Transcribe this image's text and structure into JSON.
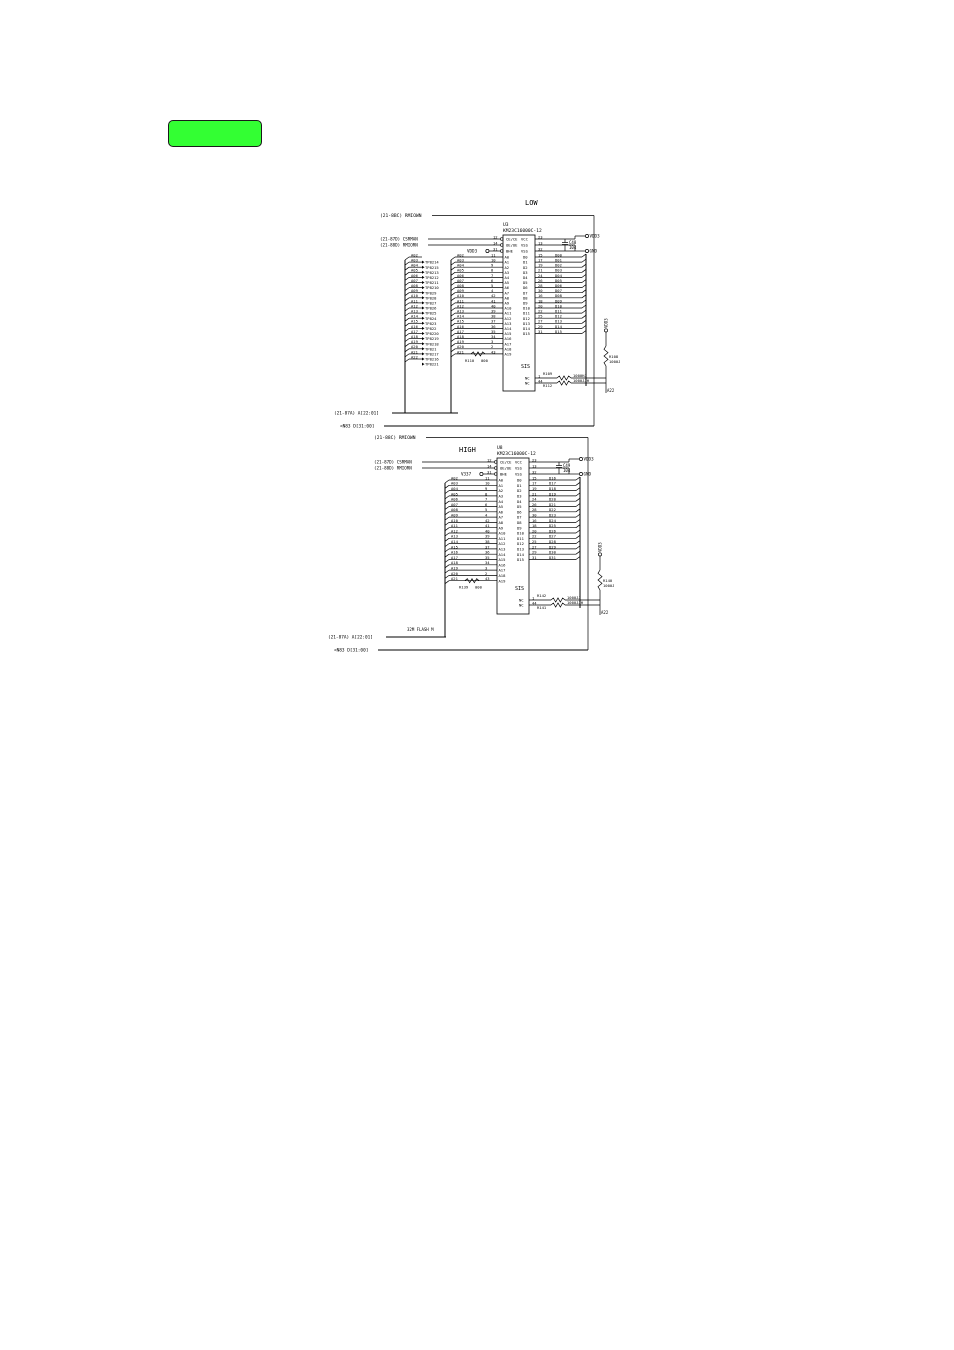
{
  "accent_color": "#33ff33",
  "low": {
    "title": "LOW",
    "ref": "U3",
    "part": "KM23C16000C-12",
    "net_top": "(21-8BC) RMIOWN",
    "net_cs": "(21-87D) CSRMAN",
    "net_oe": "(21-88D) RMIORN",
    "vdd_left": "VDD3",
    "vdd_right": "VDD3",
    "gnd": "GND",
    "cap_ref": "C48",
    "cap_val": "104",
    "ctrl_pins": [
      {
        "name": "CE/CE",
        "num": "12"
      },
      {
        "name": "OE/OE",
        "num": "14"
      },
      {
        "name": "BHE",
        "num": "31"
      }
    ],
    "power_pins": [
      {
        "name": "VCC",
        "num": "23"
      },
      {
        "name": "VSS",
        "num": "13"
      },
      {
        "name": "VSS",
        "num": "32"
      }
    ],
    "left_pins": [
      {
        "tp": "",
        "bus": "A02",
        "net": "A02",
        "num": "11",
        "pin": "A0"
      },
      {
        "tp": "TP8214",
        "bus": "A03",
        "net": "A03",
        "num": "10",
        "pin": "A1"
      },
      {
        "tp": "TP8215",
        "bus": "A04",
        "net": "A04",
        "num": "9",
        "pin": "A2"
      },
      {
        "tp": "TP8213",
        "bus": "A05",
        "net": "A05",
        "num": "8",
        "pin": "A3"
      },
      {
        "tp": "TP8212",
        "bus": "A06",
        "net": "A06",
        "num": "7",
        "pin": "A4"
      },
      {
        "tp": "TP8211",
        "bus": "A07",
        "net": "A07",
        "num": "6",
        "pin": "A5"
      },
      {
        "tp": "TP8210",
        "bus": "A08",
        "net": "A08",
        "num": "5",
        "pin": "A6"
      },
      {
        "tp": "TP829",
        "bus": "A09",
        "net": "A09",
        "num": "4",
        "pin": "A7"
      },
      {
        "tp": "TP828",
        "bus": "A10",
        "net": "A10",
        "num": "42",
        "pin": "A8"
      },
      {
        "tp": "TP827",
        "bus": "A11",
        "net": "A11",
        "num": "41",
        "pin": "A9"
      },
      {
        "tp": "TP826",
        "bus": "A12",
        "net": "A12",
        "num": "40",
        "pin": "A10"
      },
      {
        "tp": "TP825",
        "bus": "A13",
        "net": "A13",
        "num": "39",
        "pin": "A11"
      },
      {
        "tp": "TP824",
        "bus": "A14",
        "net": "A14",
        "num": "38",
        "pin": "A12"
      },
      {
        "tp": "TP823",
        "bus": "A15",
        "net": "A15",
        "num": "37",
        "pin": "A13"
      },
      {
        "tp": "TP822",
        "bus": "A16",
        "net": "A16",
        "num": "36",
        "pin": "A14"
      },
      {
        "tp": "TP8220",
        "bus": "A17",
        "net": "A17",
        "num": "35",
        "pin": "A15"
      },
      {
        "tp": "TP8219",
        "bus": "A18",
        "net": "A18",
        "num": "34",
        "pin": "A16"
      },
      {
        "tp": "TP8218",
        "bus": "A19",
        "net": "A19",
        "num": "3",
        "pin": "A17"
      },
      {
        "tp": "TP821",
        "bus": "A20",
        "net": "A20",
        "num": "2",
        "pin": "A18"
      },
      {
        "tp": "TP8217",
        "bus": "A21",
        "net": "A21",
        "num": "43",
        "pin": "A19"
      },
      {
        "tp": "TP8216",
        "bus": "A22",
        "net": "",
        "num": "",
        "pin": ""
      },
      {
        "tp": "TP8221",
        "bus": "",
        "net": "",
        "num": "",
        "pin": ""
      }
    ],
    "right_pins": [
      {
        "pin": "D0",
        "num": "15",
        "net": "D00"
      },
      {
        "pin": "D1",
        "num": "17",
        "net": "D01"
      },
      {
        "pin": "D2",
        "num": "19",
        "net": "D02"
      },
      {
        "pin": "D3",
        "num": "21",
        "net": "D03"
      },
      {
        "pin": "D4",
        "num": "24",
        "net": "D04"
      },
      {
        "pin": "D5",
        "num": "26",
        "net": "D05"
      },
      {
        "pin": "D6",
        "num": "28",
        "net": "D06"
      },
      {
        "pin": "D7",
        "num": "30",
        "net": "D07"
      },
      {
        "pin": "D8",
        "num": "16",
        "net": "D08"
      },
      {
        "pin": "D9",
        "num": "18",
        "net": "D09"
      },
      {
        "pin": "D10",
        "num": "20",
        "net": "D10"
      },
      {
        "pin": "D11",
        "num": "22",
        "net": "D11"
      },
      {
        "pin": "D12",
        "num": "25",
        "net": "D12"
      },
      {
        "pin": "D13",
        "num": "27",
        "net": "D13"
      },
      {
        "pin": "D14",
        "num": "29",
        "net": "D14"
      },
      {
        "pin": "D15",
        "num": "31",
        "net": "D15"
      }
    ],
    "nc_pins": [
      {
        "pin": "NC",
        "num": "1"
      },
      {
        "pin": "NC",
        "num": "44"
      }
    ],
    "r_nc1": "R109",
    "r_nc2": "R112",
    "r_nc_val": "1000HJ",
    "r_nc_val2": "1000JJH",
    "r_bottom": "R110",
    "r_bottom_val": "000",
    "r_pull": "R108",
    "r_pull_val": "1000J",
    "net_a22": "A22",
    "sys_label": "SIS",
    "bus_a": "(21-87A) A[22:01]",
    "bus_d": "<N83 D[31:00]"
  },
  "high": {
    "title": "HIGH",
    "ref": "U8",
    "part": "KM23C16000C-12",
    "net_top": "(21-88C) RMIOWN",
    "net_cs": "(21-87D) CSRMAN",
    "net_oe": "(21-88D) RMIORN",
    "vdd_left": "V337",
    "vdd_right": "VDD3",
    "gnd": "GND",
    "cap_ref": "C49",
    "cap_val": "104",
    "ctrl_pins": [
      {
        "name": "CE/CE",
        "num": "12"
      },
      {
        "name": "OE/OE",
        "num": "14"
      },
      {
        "name": "BHE",
        "num": "31"
      }
    ],
    "power_pins": [
      {
        "name": "VCC",
        "num": "23"
      },
      {
        "name": "VSS",
        "num": "13"
      },
      {
        "name": "VSS",
        "num": "32"
      }
    ],
    "left_pins": [
      {
        "net": "A02",
        "num": "11",
        "pin": "A0"
      },
      {
        "net": "A03",
        "num": "10",
        "pin": "A1"
      },
      {
        "net": "A04",
        "num": "9",
        "pin": "A2"
      },
      {
        "net": "A05",
        "num": "8",
        "pin": "A3"
      },
      {
        "net": "A06",
        "num": "7",
        "pin": "A4"
      },
      {
        "net": "A07",
        "num": "6",
        "pin": "A5"
      },
      {
        "net": "A08",
        "num": "5",
        "pin": "A6"
      },
      {
        "net": "A09",
        "num": "4",
        "pin": "A7"
      },
      {
        "net": "A10",
        "num": "42",
        "pin": "A8"
      },
      {
        "net": "A11",
        "num": "41",
        "pin": "A9"
      },
      {
        "net": "A12",
        "num": "40",
        "pin": "A10"
      },
      {
        "net": "A13",
        "num": "39",
        "pin": "A11"
      },
      {
        "net": "A14",
        "num": "38",
        "pin": "A12"
      },
      {
        "net": "A15",
        "num": "37",
        "pin": "A13"
      },
      {
        "net": "A16",
        "num": "36",
        "pin": "A14"
      },
      {
        "net": "A17",
        "num": "35",
        "pin": "A15"
      },
      {
        "net": "A18",
        "num": "34",
        "pin": "A16"
      },
      {
        "net": "A19",
        "num": "3",
        "pin": "A17"
      },
      {
        "net": "A20",
        "num": "2",
        "pin": "A18"
      },
      {
        "net": "A21",
        "num": "43",
        "pin": "A19"
      }
    ],
    "right_pins": [
      {
        "pin": "D0",
        "num": "15",
        "net": "D16"
      },
      {
        "pin": "D1",
        "num": "17",
        "net": "D17"
      },
      {
        "pin": "D2",
        "num": "19",
        "net": "D18"
      },
      {
        "pin": "D3",
        "num": "21",
        "net": "D19"
      },
      {
        "pin": "D4",
        "num": "24",
        "net": "D20"
      },
      {
        "pin": "D5",
        "num": "26",
        "net": "D21"
      },
      {
        "pin": "D6",
        "num": "28",
        "net": "D22"
      },
      {
        "pin": "D7",
        "num": "30",
        "net": "D23"
      },
      {
        "pin": "D8",
        "num": "16",
        "net": "D24"
      },
      {
        "pin": "D9",
        "num": "18",
        "net": "D25"
      },
      {
        "pin": "D10",
        "num": "20",
        "net": "D26"
      },
      {
        "pin": "D11",
        "num": "22",
        "net": "D27"
      },
      {
        "pin": "D12",
        "num": "25",
        "net": "D28"
      },
      {
        "pin": "D13",
        "num": "27",
        "net": "D29"
      },
      {
        "pin": "D14",
        "num": "29",
        "net": "D30"
      },
      {
        "pin": "D15",
        "num": "31",
        "net": "D31"
      }
    ],
    "nc_pins": [
      {
        "pin": "NC",
        "num": "1"
      },
      {
        "pin": "NC",
        "num": "44"
      }
    ],
    "r_nc1": "R142",
    "r_nc2": "R141",
    "r_nc_val": "1000JJ",
    "r_nc_val2": "1000JJH",
    "r_bottom": "R139",
    "r_bottom_val": "000",
    "r_pull": "R140",
    "r_pull_val": "1000J",
    "net_a22": "A22",
    "sys_label": "SIS",
    "flash_label": "32M FLASH M",
    "bus_a": "(21-87A) A[22:01]",
    "bus_d": "<N83 D[31:00]"
  }
}
